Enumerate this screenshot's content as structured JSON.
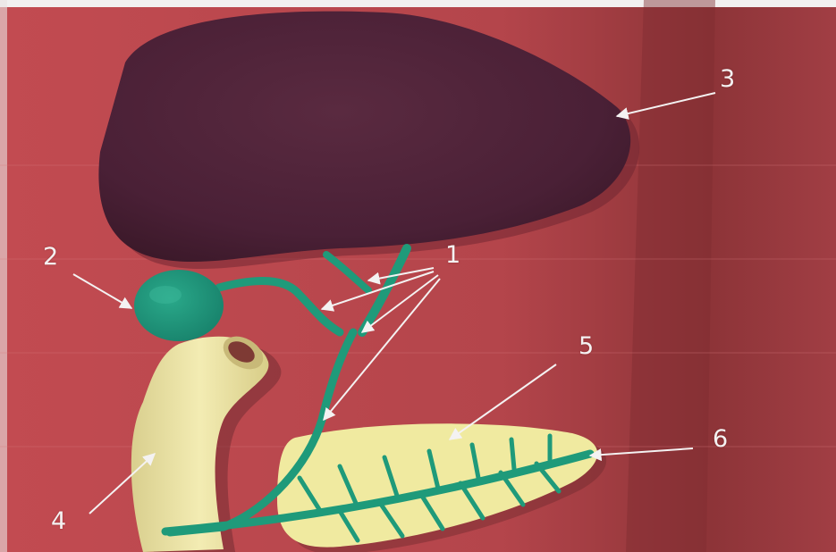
{
  "labels": {
    "one": "1",
    "two": "2",
    "three": "3",
    "four": "4",
    "five": "5",
    "six": "6"
  },
  "colors": {
    "background": "#b4454b",
    "liver": "#4e2338",
    "bile_ducts": "#1f9a7a",
    "duodenum": "#efe7a9",
    "pancreas": "#f1ec9f",
    "label_text": "#f4f2f2"
  }
}
